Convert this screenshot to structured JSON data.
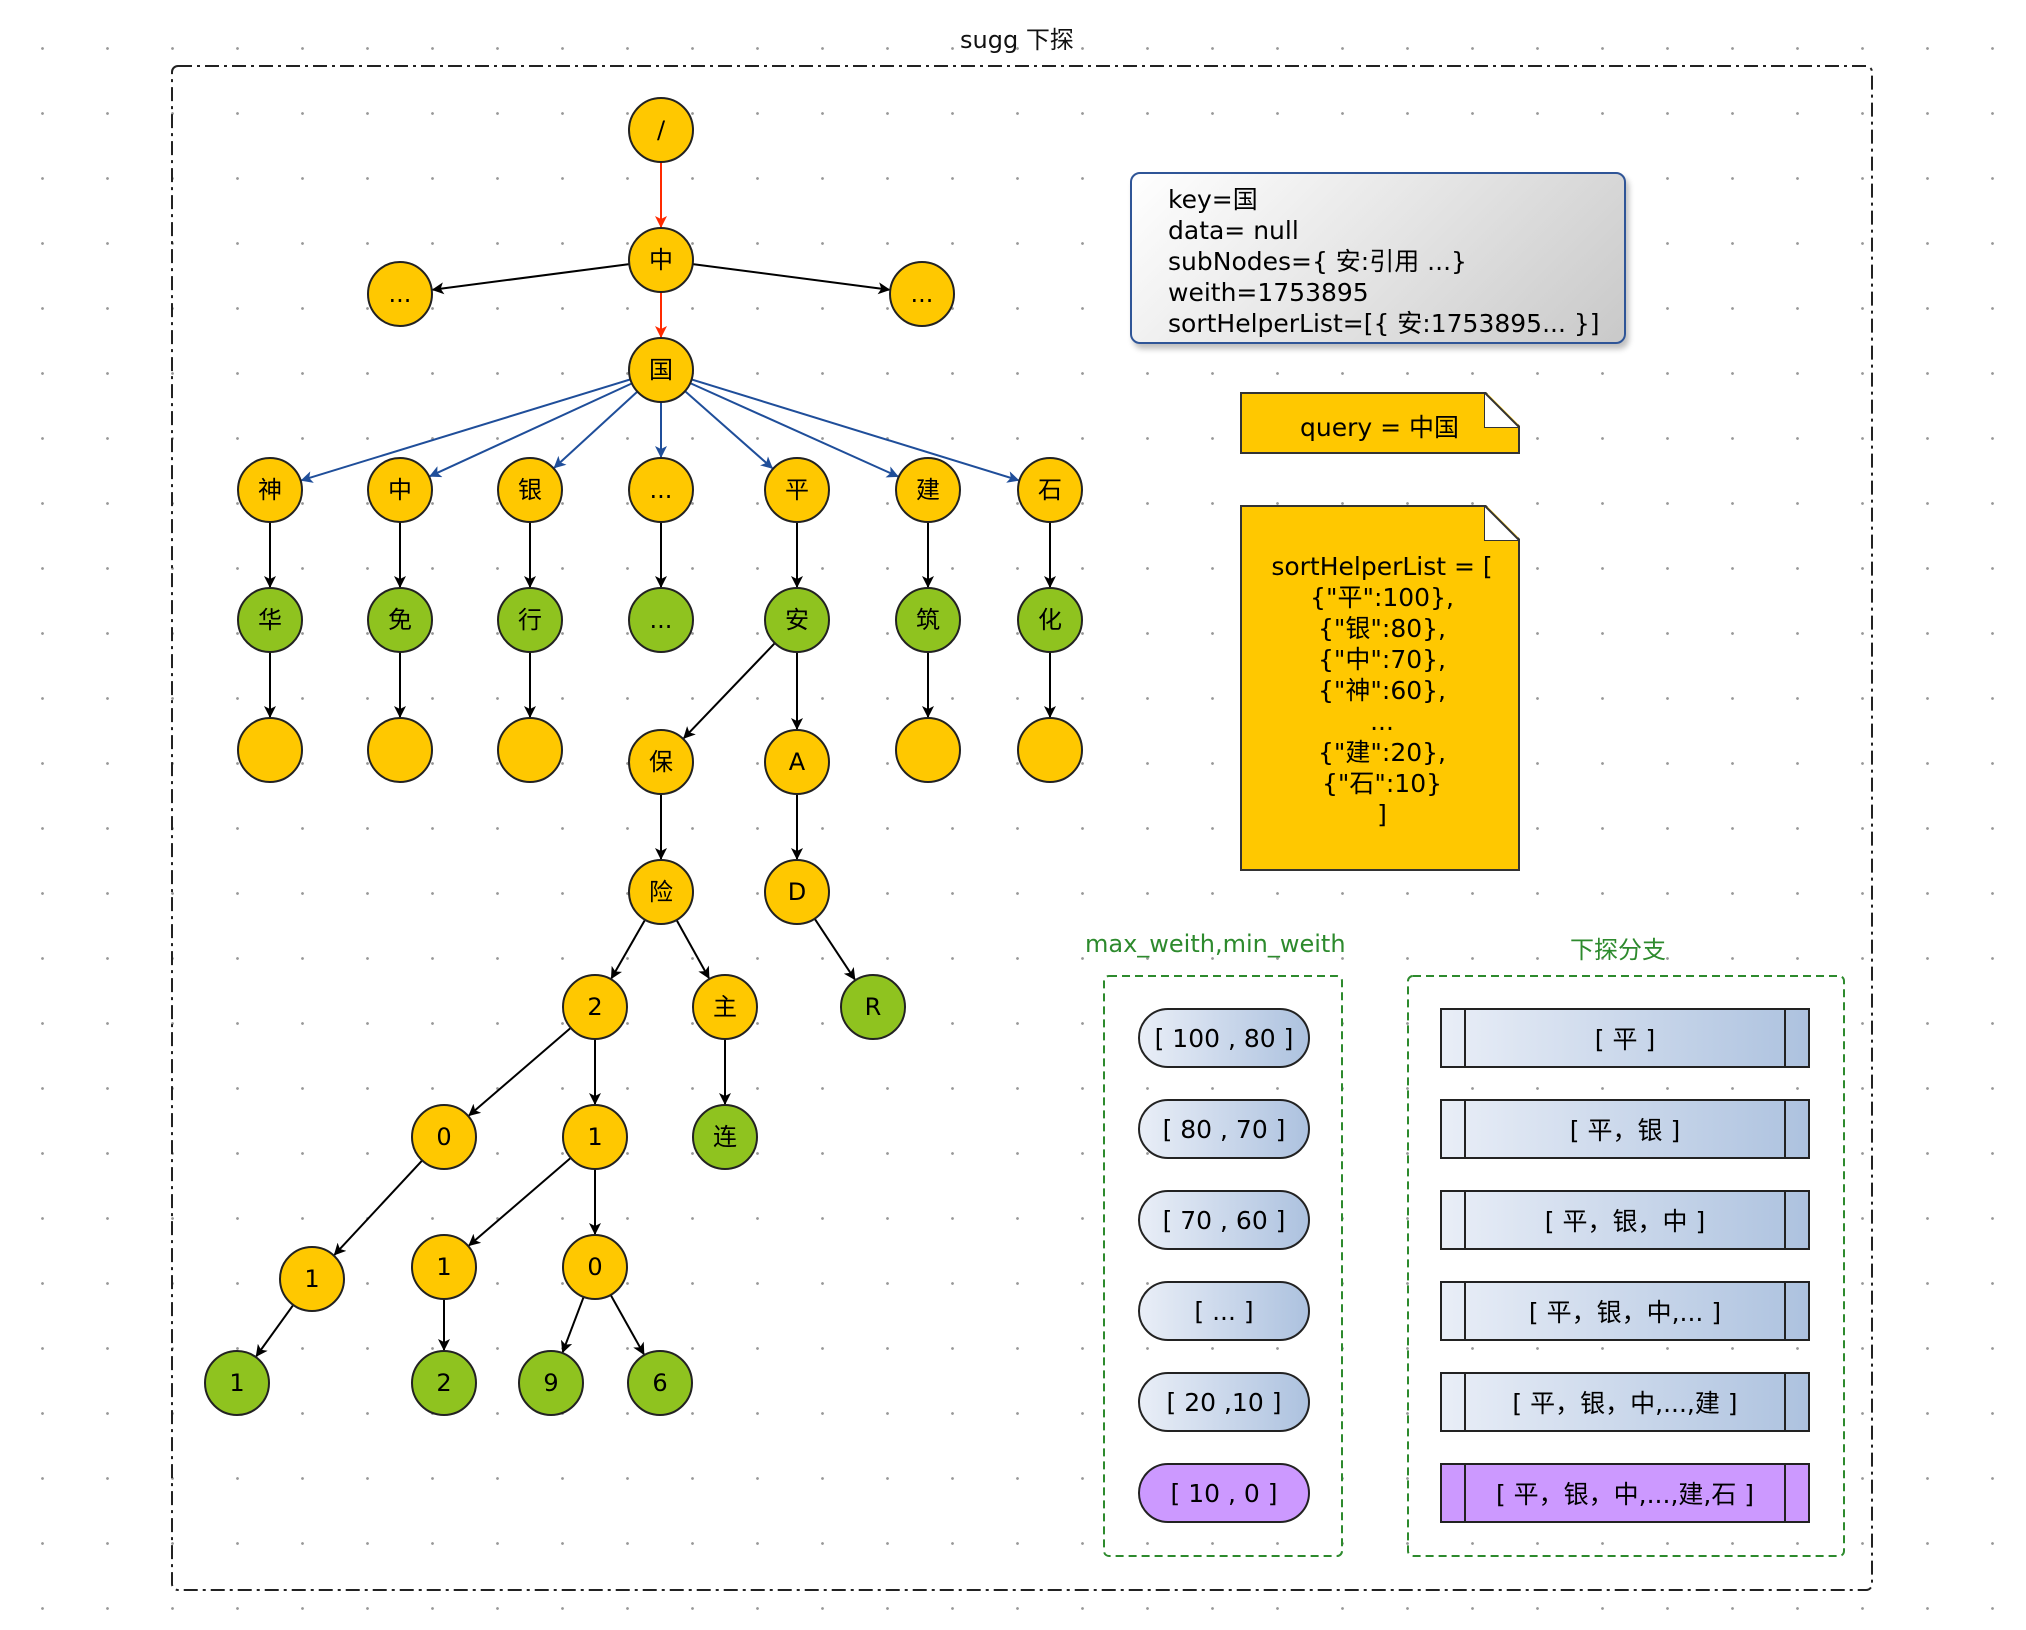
{
  "frame": {
    "title": "sugg 下探"
  },
  "nodes": [
    {
      "id": "root",
      "label": "/",
      "color": "yellow"
    },
    {
      "id": "zhong",
      "label": "中",
      "color": "yellow"
    },
    {
      "id": "dotsL",
      "label": "...",
      "color": "yellow"
    },
    {
      "id": "dotsR",
      "label": "...",
      "color": "yellow"
    },
    {
      "id": "guo",
      "label": "国",
      "color": "yellow"
    },
    {
      "id": "c1",
      "label": "神",
      "color": "yellow"
    },
    {
      "id": "c2",
      "label": "中",
      "color": "yellow"
    },
    {
      "id": "c3",
      "label": "银",
      "color": "yellow"
    },
    {
      "id": "c4",
      "label": "...",
      "color": "yellow"
    },
    {
      "id": "c5",
      "label": "平",
      "color": "yellow"
    },
    {
      "id": "c6",
      "label": "建",
      "color": "yellow"
    },
    {
      "id": "c7",
      "label": "石",
      "color": "yellow"
    },
    {
      "id": "g1",
      "label": "华",
      "color": "green"
    },
    {
      "id": "g2",
      "label": "免",
      "color": "green"
    },
    {
      "id": "g3",
      "label": "行",
      "color": "green"
    },
    {
      "id": "g4",
      "label": "...",
      "color": "green"
    },
    {
      "id": "g5",
      "label": "安",
      "color": "green"
    },
    {
      "id": "g6",
      "label": "筑",
      "color": "green"
    },
    {
      "id": "g7",
      "label": "化",
      "color": "green"
    },
    {
      "id": "e1",
      "label": "",
      "color": "yellow"
    },
    {
      "id": "e2",
      "label": "",
      "color": "yellow"
    },
    {
      "id": "e3",
      "label": "",
      "color": "yellow"
    },
    {
      "id": "e6",
      "label": "",
      "color": "yellow"
    },
    {
      "id": "e7",
      "label": "",
      "color": "yellow"
    },
    {
      "id": "bao",
      "label": "保",
      "color": "yellow"
    },
    {
      "id": "A",
      "label": "A",
      "color": "yellow"
    },
    {
      "id": "xian",
      "label": "险",
      "color": "yellow"
    },
    {
      "id": "D",
      "label": "D",
      "color": "yellow"
    },
    {
      "id": "R",
      "label": "R",
      "color": "green"
    },
    {
      "id": "n2",
      "label": "2",
      "color": "yellow"
    },
    {
      "id": "zhu",
      "label": "主",
      "color": "yellow"
    },
    {
      "id": "lian",
      "label": "连",
      "color": "green"
    },
    {
      "id": "n0a",
      "label": "0",
      "color": "yellow"
    },
    {
      "id": "n1a",
      "label": "1",
      "color": "yellow"
    },
    {
      "id": "n1b",
      "label": "1",
      "color": "yellow"
    },
    {
      "id": "n1c",
      "label": "1",
      "color": "yellow"
    },
    {
      "id": "n0b",
      "label": "0",
      "color": "yellow"
    },
    {
      "id": "l1",
      "label": "1",
      "color": "green"
    },
    {
      "id": "l2",
      "label": "2",
      "color": "green"
    },
    {
      "id": "l9",
      "label": "9",
      "color": "green"
    },
    {
      "id": "l6",
      "label": "6",
      "color": "green"
    }
  ],
  "edges": [
    {
      "from": "root",
      "to": "zhong",
      "color": "red"
    },
    {
      "from": "zhong",
      "to": "guo",
      "color": "red"
    },
    {
      "from": "zhong",
      "to": "dotsL",
      "color": "black"
    },
    {
      "from": "zhong",
      "to": "dotsR",
      "color": "black"
    },
    {
      "from": "guo",
      "to": "c1",
      "color": "blue"
    },
    {
      "from": "guo",
      "to": "c2",
      "color": "blue"
    },
    {
      "from": "guo",
      "to": "c3",
      "color": "blue"
    },
    {
      "from": "guo",
      "to": "c4",
      "color": "blue"
    },
    {
      "from": "guo",
      "to": "c5",
      "color": "blue"
    },
    {
      "from": "guo",
      "to": "c6",
      "color": "blue"
    },
    {
      "from": "guo",
      "to": "c7",
      "color": "blue"
    },
    {
      "from": "c1",
      "to": "g1",
      "color": "black"
    },
    {
      "from": "c2",
      "to": "g2",
      "color": "black"
    },
    {
      "from": "c3",
      "to": "g3",
      "color": "black"
    },
    {
      "from": "c4",
      "to": "g4",
      "color": "black"
    },
    {
      "from": "c5",
      "to": "g5",
      "color": "black"
    },
    {
      "from": "c6",
      "to": "g6",
      "color": "black"
    },
    {
      "from": "c7",
      "to": "g7",
      "color": "black"
    },
    {
      "from": "g1",
      "to": "e1",
      "color": "black"
    },
    {
      "from": "g2",
      "to": "e2",
      "color": "black"
    },
    {
      "from": "g3",
      "to": "e3",
      "color": "black"
    },
    {
      "from": "g6",
      "to": "e6",
      "color": "black"
    },
    {
      "from": "g7",
      "to": "e7",
      "color": "black"
    },
    {
      "from": "g5",
      "to": "bao",
      "color": "black"
    },
    {
      "from": "g5",
      "to": "A",
      "color": "black"
    },
    {
      "from": "bao",
      "to": "xian",
      "color": "black"
    },
    {
      "from": "A",
      "to": "D",
      "color": "black"
    },
    {
      "from": "D",
      "to": "R",
      "color": "black"
    },
    {
      "from": "xian",
      "to": "n2",
      "color": "black"
    },
    {
      "from": "xian",
      "to": "zhu",
      "color": "black"
    },
    {
      "from": "zhu",
      "to": "lian",
      "color": "black"
    },
    {
      "from": "n2",
      "to": "n0a",
      "color": "black"
    },
    {
      "from": "n2",
      "to": "n1a",
      "color": "black"
    },
    {
      "from": "n0a",
      "to": "n1b",
      "color": "black"
    },
    {
      "from": "n1b",
      "to": "l1",
      "color": "black"
    },
    {
      "from": "n1a",
      "to": "n1c",
      "color": "black"
    },
    {
      "from": "n1a",
      "to": "n0b",
      "color": "black"
    },
    {
      "from": "n1c",
      "to": "l2",
      "color": "black"
    },
    {
      "from": "n0b",
      "to": "l9",
      "color": "black"
    },
    {
      "from": "n0b",
      "to": "l6",
      "color": "black"
    }
  ],
  "info_box": {
    "lines": [
      "key=国",
      "data= null",
      "subNodes={ 安:引用 ...}",
      "weith=1753895",
      "sortHelperList=[{ 安:1753895... }]"
    ]
  },
  "query_note": {
    "text": "query = 中国"
  },
  "sort_note": {
    "lines": [
      "sortHelperList = [",
      "{\"平\":100},",
      "{\"银\":80},",
      "{\"中\":70},",
      "{\"神\":60},",
      "...",
      "{\"建\":20},",
      "{\"石\":10}",
      "]"
    ]
  },
  "max_min_group": {
    "title": "max_weith,min_weith",
    "items": [
      "[ 100 , 80 ]",
      "[ 80 , 70 ]",
      "[ 70 , 60 ]",
      "[ ... ]",
      "[ 20 ,10 ]",
      "[ 10 , 0 ]"
    ],
    "highlighted_index": 5
  },
  "branch_group": {
    "title": "下探分支",
    "items": [
      "[ 平 ]",
      "[ 平，银 ]",
      "[ 平，银，中 ]",
      "[ 平，银，中,... ]",
      "[ 平，银，中,...,建 ]",
      "[ 平，银，中,...,建,石 ]"
    ],
    "highlighted_index": 5
  },
  "colors": {
    "node_yellow": "#ffc800",
    "node_green": "#8fc31f",
    "edge_red": "#ff2a00",
    "edge_blue": "#1f4e9a",
    "edge_black": "#000000",
    "group_title_green": "#2d8a2d",
    "highlight_purple": "#cc99ff"
  }
}
